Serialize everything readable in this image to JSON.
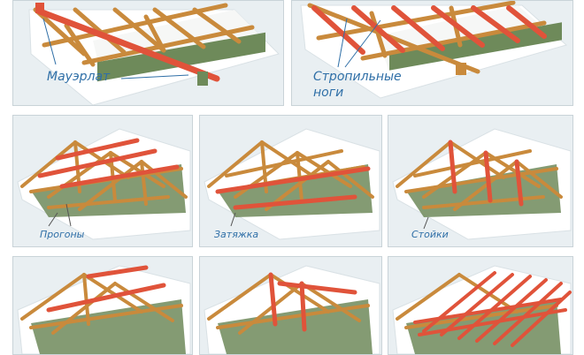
{
  "labels": {
    "mauerlat": "Мауэрлат",
    "rafters_line1": "Стропильные",
    "rafters_line2": "ноги",
    "purlins": "Прогоны",
    "tie": "Затяжка",
    "posts": "Стойки"
  },
  "colors": {
    "panel_background": "#e9eff2",
    "timber": "#c98a3c",
    "highlight": "#e0533a",
    "wall": "#6e8a5a",
    "roof_sheet": "#ffffff",
    "label_text": "#2f6fa7"
  }
}
